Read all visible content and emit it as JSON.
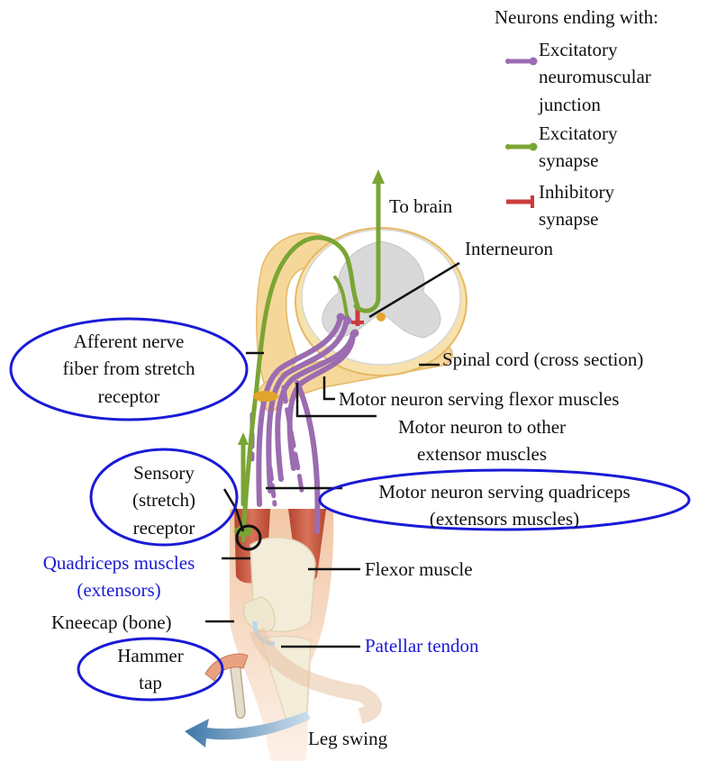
{
  "legend": {
    "title": "Neurons ending with:",
    "items": [
      {
        "label_lines": [
          "Excitatory",
          "neuromuscular",
          "junction"
        ],
        "color": "#9b6cb0"
      },
      {
        "label_lines": [
          "Excitatory",
          "synapse"
        ],
        "color": "#7aa534"
      },
      {
        "label_lines": [
          "Inhibitory",
          "synapse"
        ],
        "color": "#cc3b3b"
      }
    ]
  },
  "labels": {
    "to_brain": "To brain",
    "interneuron": "Interneuron",
    "spinal_cord": "Spinal cord (cross section)",
    "afferent": [
      "Afferent nerve",
      "fiber from stretch",
      "receptor"
    ],
    "motor_flexor": "Motor neuron serving flexor muscles",
    "motor_other": [
      "Motor neuron to other",
      "extensor muscles"
    ],
    "sensory": [
      "Sensory",
      "(stretch)",
      "receptor"
    ],
    "motor_quadriceps": [
      "Motor neuron serving quadriceps",
      "(extensors muscles)"
    ],
    "quadriceps": [
      "Quadriceps  muscles",
      "(extensors)"
    ],
    "flexor_muscle": "Flexor muscle",
    "kneecap": "Kneecap (bone)",
    "patellar_tendon": "Patellar tendon",
    "hammer": [
      "Hammer",
      "tap"
    ],
    "leg_swing": "Leg swing"
  },
  "colors": {
    "highlight_ellipse": "#1a1ad6",
    "blue_text": "#1a1ad6",
    "excitatory_synapse": "#7aa534",
    "neuromuscular": "#9b6cb0",
    "inhibitory": "#cc3b3b",
    "spinal_tissue": "#f6d79a",
    "muscle": "#c9604a"
  }
}
